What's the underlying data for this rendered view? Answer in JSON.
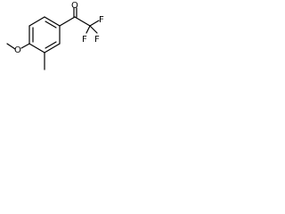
{
  "molecule": {
    "atoms": {
      "carbonyl_oxygen": "O",
      "fluorine_top": "F",
      "fluorine_bottom_left": "F",
      "fluorine_bottom_right": "F",
      "methoxy_oxygen": "O"
    }
  },
  "colors": {
    "background": "#ffffff",
    "ink": "#000000"
  }
}
